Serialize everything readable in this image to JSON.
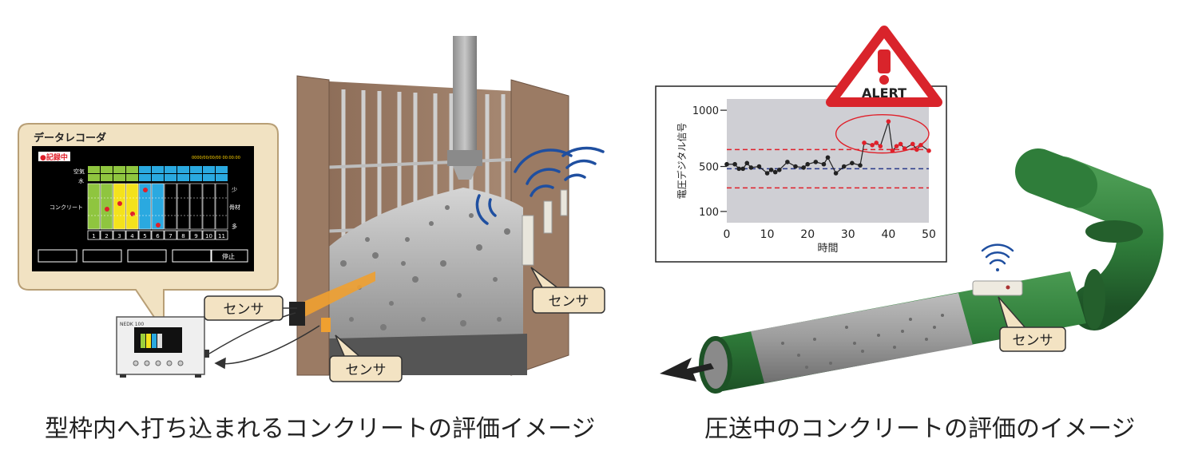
{
  "left_panel": {
    "recorder": {
      "title": "データレコーダ",
      "recording": "●記録中",
      "datetime": "0000/00/00/00  00:00:00",
      "row_labels": [
        "空気",
        "水",
        "コンクリート"
      ],
      "right_labels": [
        "少",
        "骨材",
        "多"
      ],
      "columns": [
        "1",
        "2",
        "3",
        "4",
        "5",
        "6",
        "7",
        "8",
        "9",
        "10",
        "11"
      ],
      "stop_button": "停止",
      "device_label": "NEDK 100"
    },
    "sensor_labels": [
      "センサ",
      "センサ",
      "センサ"
    ],
    "caption": "型枠内へ打ち込まれるコンクリートの評価イメージ"
  },
  "right_panel": {
    "alert": "ALERT",
    "sensor_label": "センサ",
    "caption": "圧送中のコンクリートの評価のイメージ"
  },
  "chart_data": {
    "type": "line",
    "title": "",
    "xlabel": "時間",
    "ylabel": "電圧デジタル信号",
    "xlim": [
      0,
      50
    ],
    "ylim": [
      0,
      1100
    ],
    "xticks": [
      0,
      10,
      20,
      30,
      40,
      50
    ],
    "yticks": [
      100,
      500,
      1000
    ],
    "reference_lines": [
      {
        "y": 650,
        "color": "#e0202a",
        "style": "dashed"
      },
      {
        "y": 480,
        "color": "#2a3a8a",
        "style": "dashed"
      },
      {
        "y": 310,
        "color": "#e0202a",
        "style": "dashed"
      }
    ],
    "series": [
      {
        "x": [
          0,
          2,
          3,
          4,
          5,
          6,
          8,
          10,
          11,
          12,
          13,
          15,
          17,
          19,
          20,
          22,
          24,
          25,
          27,
          29,
          31,
          33,
          34,
          36,
          37,
          38,
          40,
          41,
          42,
          43,
          44,
          46,
          47,
          48,
          50
        ],
        "y": [
          520,
          520,
          480,
          480,
          530,
          490,
          500,
          440,
          470,
          450,
          470,
          540,
          500,
          490,
          520,
          540,
          520,
          580,
          440,
          500,
          530,
          510,
          710,
          690,
          710,
          680,
          900,
          640,
          680,
          700,
          660,
          700,
          650,
          690,
          640
        ],
        "colors_above": "#e0202a",
        "color": "#222222"
      }
    ],
    "highlight_region": {
      "x": [
        27,
        50
      ],
      "y": [
        620,
        960
      ]
    },
    "grid": false,
    "legend": "none"
  },
  "colors": {
    "pipe_green": "#2f7d3a",
    "concrete": "#9a9a9a",
    "wall": "#9b7b64",
    "label_bg": "#f3e3c3",
    "alert_red": "#d9242b"
  }
}
